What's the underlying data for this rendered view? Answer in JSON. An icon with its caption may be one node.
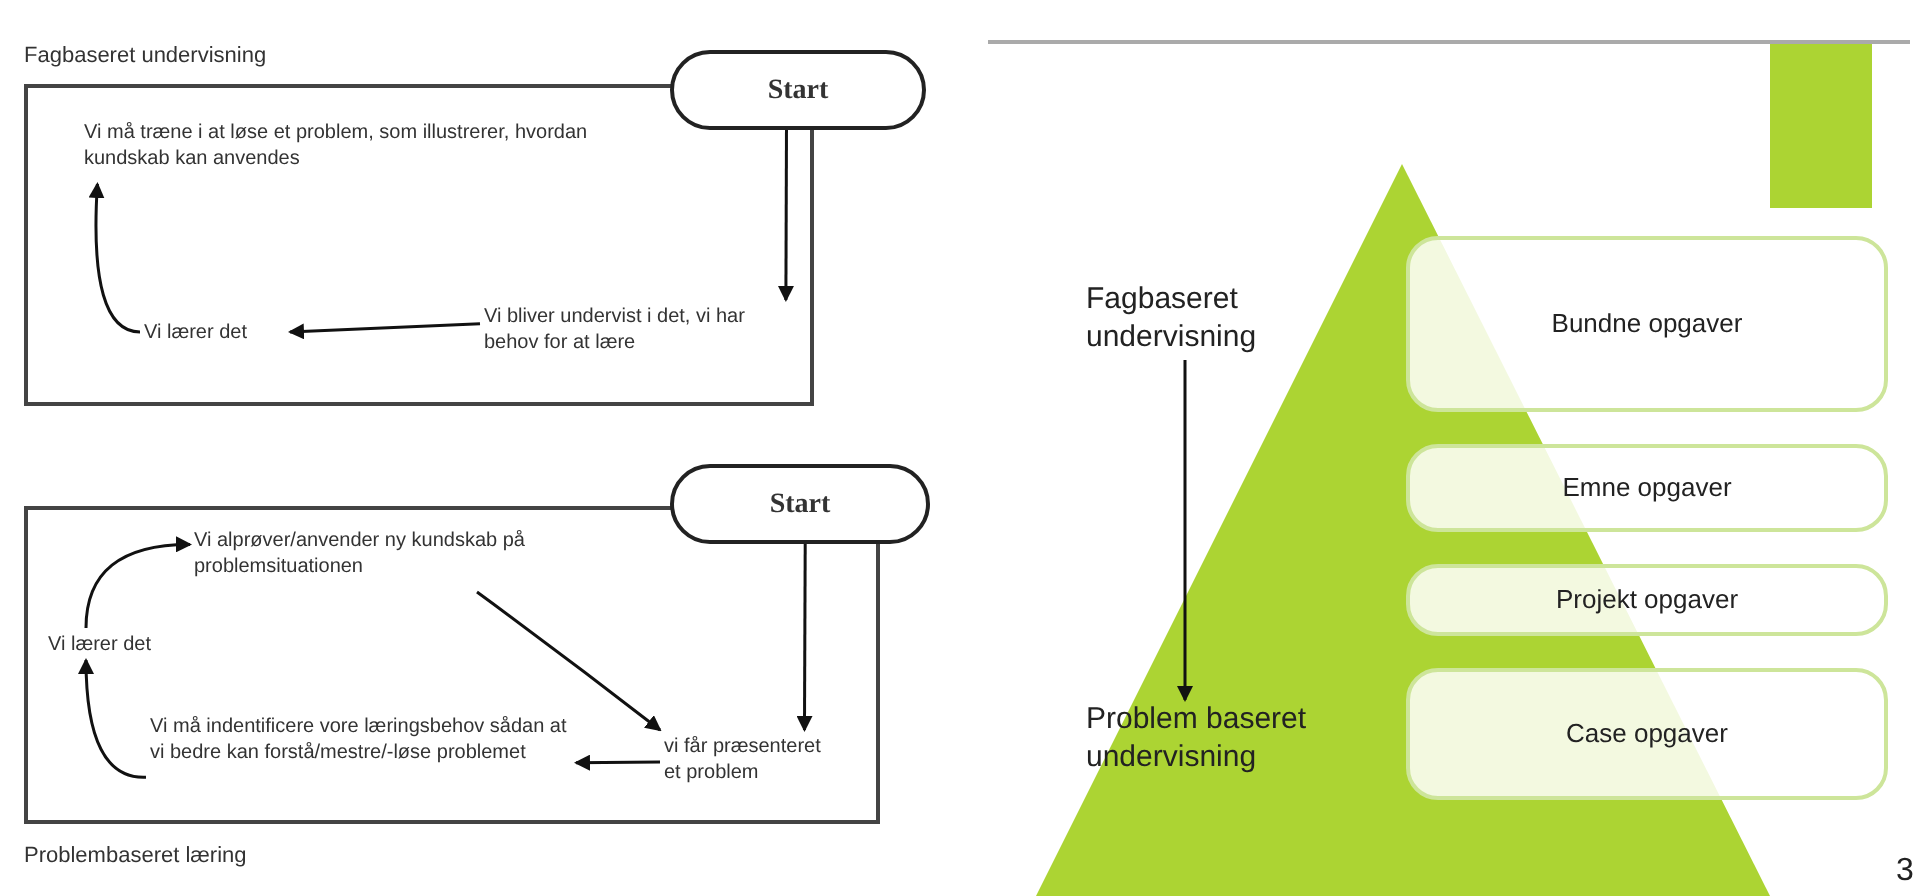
{
  "diagram": {
    "nodes": [
      {
        "text": [
          "Fagbaseret undervisning"
        ]
      },
      {
        "text": [
          "Start"
        ]
      },
      {
        "text": [
          "Vi bliver undervist i det, vi har behov for at lære"
        ],
        "in": 0
      },
      {
        "text": [
          "Vi lærer det"
        ],
        "in": 0
      },
      {
        "text": [
          "Vi må træne i at løse et problem, som illustrerer, hvordan kundskab kan anvendes"
        ],
        "in": 0
      },
      {
        "text": [
          "Problembaseret læring"
        ]
      },
      {
        "text": [
          "Start"
        ]
      },
      {
        "text": [
          "vi får præsenteret et problem"
        ],
        "in": 5
      },
      {
        "text": [
          "Vi må indentificere vore læringsbehov sådan at vi bedre kan forstå/mestre/-løse problemet"
        ],
        "in": 5
      },
      {
        "text": [
          "Vi lærer det"
        ],
        "in": 5
      },
      {
        "text": [
          "Vi alprøver/anvender ny kundskab på problemsituationen"
        ],
        "in": 5
      },
      {
        "text": [
          "Fagbaseret undervisning"
        ]
      },
      {
        "text": [
          "Problem baseret undervisning"
        ]
      },
      {
        "text": [
          "Bundne opgaver"
        ]
      },
      {
        "text": [
          "Emne opgaver"
        ]
      },
      {
        "text": [
          "Projekt opgaver"
        ]
      },
      {
        "text": [
          "Case opgaver"
        ]
      }
    ],
    "edges": [
      {
        "from": 1,
        "to": 2,
        "arrow": "to"
      },
      {
        "from": 2,
        "to": 3,
        "arrow": "to"
      },
      {
        "from": 3,
        "to": 4,
        "arrow": "to"
      },
      {
        "from": 6,
        "to": 7,
        "arrow": "to"
      },
      {
        "from": 7,
        "to": 8,
        "arrow": "to"
      },
      {
        "from": 8,
        "to": 9,
        "arrow": "to"
      },
      {
        "from": 9,
        "to": 10,
        "arrow": "to"
      },
      {
        "from": 10,
        "to": 7,
        "arrow": "to"
      },
      {
        "from": 11,
        "to": 12,
        "arrow": "to"
      }
    ],
    "labels": [
      "3"
    ]
  }
}
